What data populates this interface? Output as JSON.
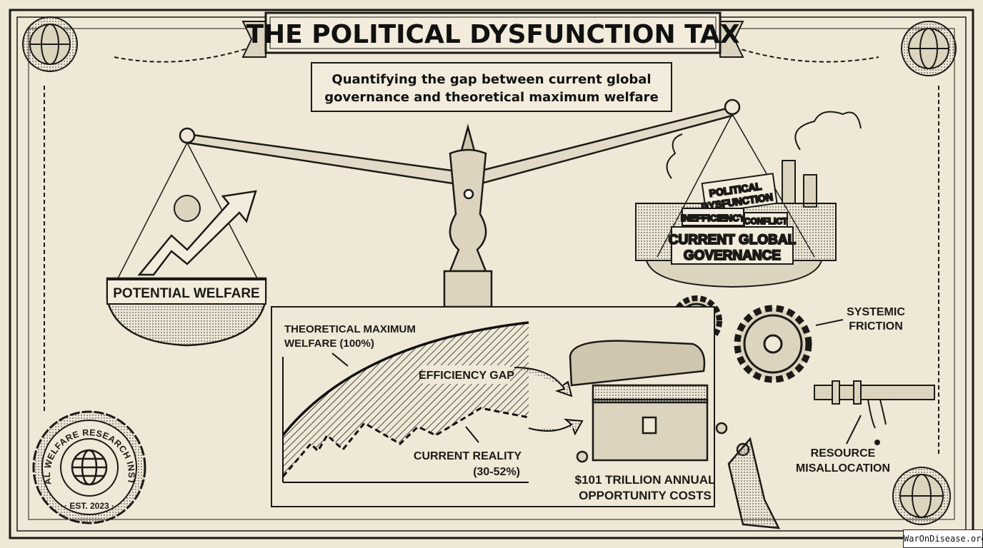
{
  "title": "THE POLITICAL DYSFUNCTION TAX",
  "subtitle": {
    "line1": "Quantifying the gap between current global",
    "line2": "governance and theoretical maximum welfare"
  },
  "left_pan": {
    "label": "POTENTIAL WELFARE"
  },
  "right_pan": {
    "blocks": [
      "POLITICAL",
      "DYSFUNCTION",
      "INEFFICIENCY",
      "CONFLICT"
    ],
    "main_label_line1": "CURRENT GLOBAL",
    "main_label_line2": "GOVERNANCE"
  },
  "chart": {
    "max_label_line1": "THEORETICAL MAXIMUM",
    "max_label_line2": "WELFARE (100%)",
    "gap_label": "EFFICIENCY GAP",
    "reality_label_line1": "CURRENT REALITY",
    "reality_label_line2": "(30-52%)"
  },
  "annotations": {
    "friction_line1": "SYSTEMIC",
    "friction_line2": "FRICTION",
    "misalloc_line1": "RESOURCE",
    "misalloc_line2": "MISALLOCATION",
    "cost_line1": "$101 TRILLION ANNUAL",
    "cost_line2": "OPPORTUNITY COSTS"
  },
  "seal": {
    "name": "GLOBAL WELFARE RESEARCH INSTITUTE",
    "est": "· EST. 2023 ·"
  },
  "watermark": "WarOnDisease.org",
  "colors": {
    "paper": "#efe8d6",
    "ink": "#1b1a17"
  }
}
